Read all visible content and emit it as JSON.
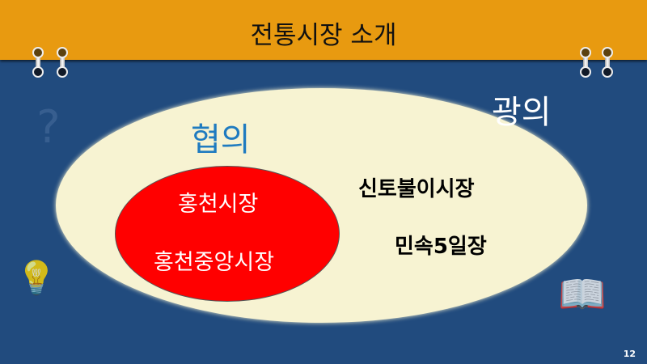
{
  "title": "전통시장 소개",
  "broad_label": "광의",
  "narrow_label": "협의",
  "narrow_markets": [
    "홍천시장",
    "홍천중앙시장"
  ],
  "broad_markets": [
    "신토불이시장",
    "민속5일장"
  ],
  "page_number": "12",
  "colors": {
    "header": "#e89a10",
    "background": "#214b7e",
    "outer": "#f7f3d2",
    "inner": "#ff0000",
    "narrow_label": "#1f7bc0"
  }
}
